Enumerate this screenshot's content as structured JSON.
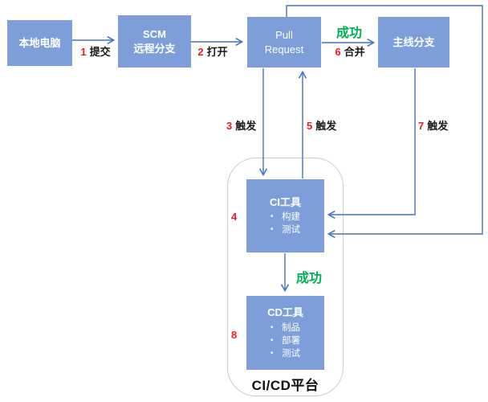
{
  "diagram": {
    "nodes": {
      "local": {
        "label": "本地电脑"
      },
      "scm": {
        "line1": "SCM",
        "line2": "远程分支"
      },
      "pull_request": {
        "line1": "Pull",
        "line2": "Request"
      },
      "mainline": {
        "label": "主线分支"
      },
      "ci": {
        "title": "CI工具",
        "items": [
          "构建",
          "测试"
        ]
      },
      "cd": {
        "title": "CD工具",
        "items": [
          "制品",
          "部署",
          "测试"
        ]
      }
    },
    "steps": {
      "s1": {
        "num": "1",
        "label": "提交"
      },
      "s2": {
        "num": "2",
        "label": "打开"
      },
      "s3": {
        "num": "3",
        "label": "触发"
      },
      "s4": {
        "num": "4"
      },
      "s5": {
        "num": "5",
        "label": "触发"
      },
      "s6": {
        "num": "6",
        "label": "合并"
      },
      "s7": {
        "num": "7",
        "label": "触发"
      },
      "s8": {
        "num": "8"
      }
    },
    "success_labels": {
      "merge": "成功",
      "deploy": "成功"
    },
    "platform_label": "CI/CD平台",
    "colors": {
      "node_fill": "#7d9ed8",
      "node_text": "#ffffff",
      "arrow": "#4472c4",
      "step_number": "#ec1c24",
      "success_green": "#00b050",
      "label_text": "#1a1a1a",
      "platform_border": "#cdcdcd"
    }
  }
}
